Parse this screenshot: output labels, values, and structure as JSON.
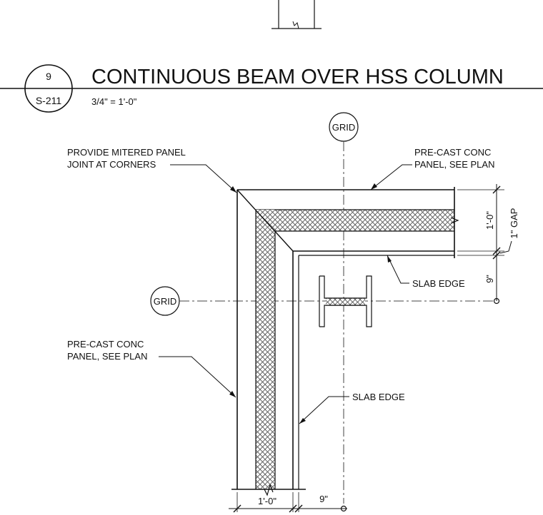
{
  "header": {
    "detail_number": "9",
    "sheet_number": "S-211",
    "title": "CONTINUOUS BEAM OVER HSS COLUMN",
    "scale": "3/4\" = 1'-0\""
  },
  "grid_labels": {
    "top": "GRID",
    "left": "GRID"
  },
  "callouts": {
    "mitered_joint": [
      "PROVIDE MITERED PANEL",
      "JOINT AT CORNERS"
    ],
    "precast_top": [
      "PRE-CAST CONC",
      "PANEL, SEE PLAN"
    ],
    "precast_left": [
      "PRE-CAST CONC",
      "PANEL, SEE PLAN"
    ],
    "slab_edge_right": "SLAB EDGE",
    "slab_edge_bottom": "SLAB EDGE"
  },
  "dimensions": {
    "right_panel": "1'-0\"",
    "right_gap": "1\" GAP",
    "right_slab": "9\"",
    "bottom_panel": "1'-0\"",
    "bottom_slab": "9\""
  },
  "colors": {
    "line": "#111111",
    "hatch": "#555555",
    "background": "#ffffff"
  }
}
